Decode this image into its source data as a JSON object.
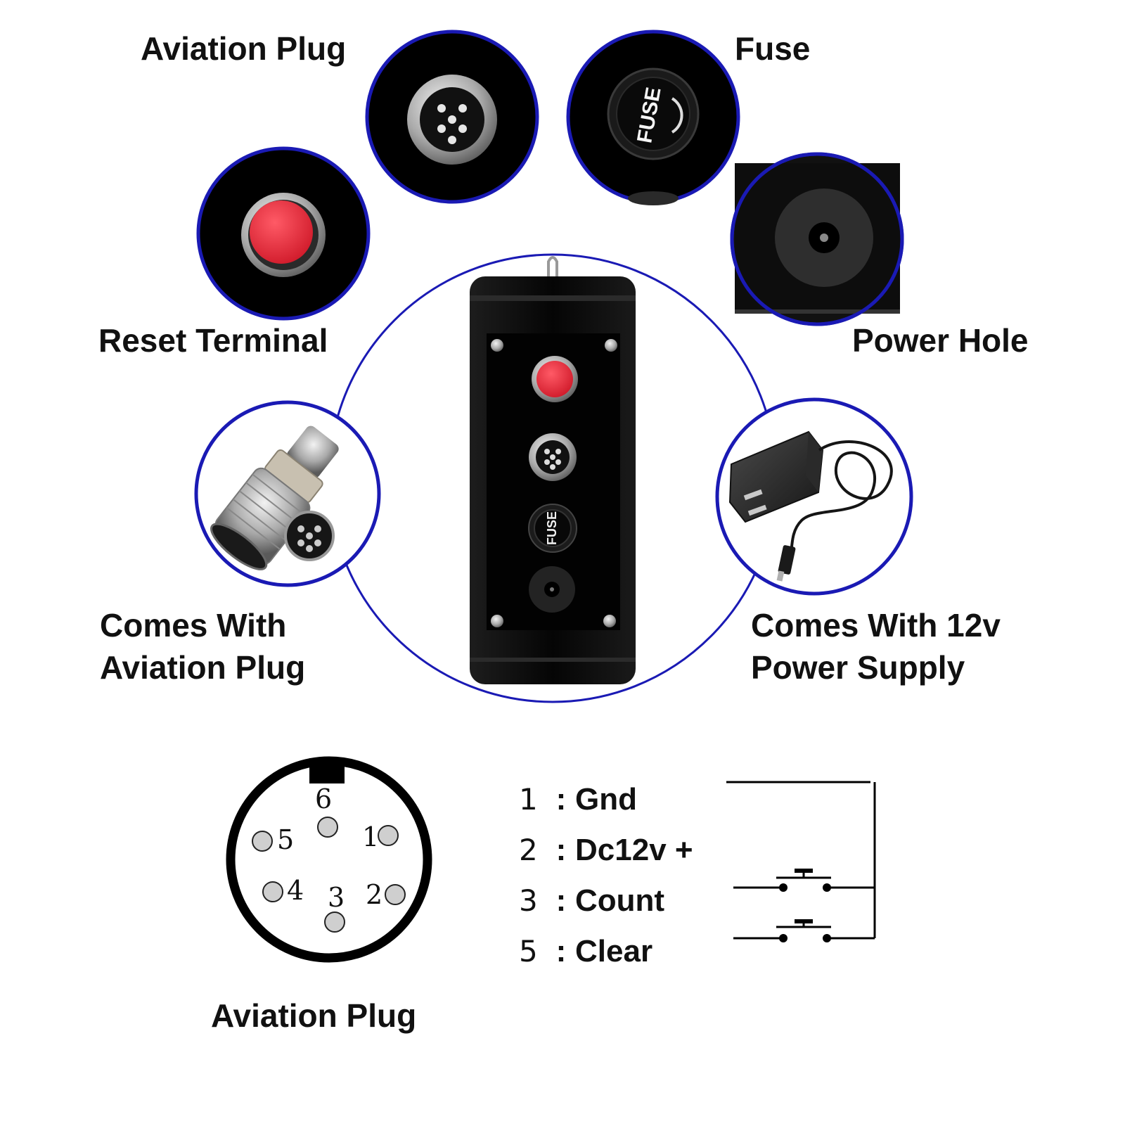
{
  "callouts": {
    "aviation_plug": "Aviation Plug",
    "fuse": "Fuse",
    "reset_terminal": "Reset Terminal",
    "power_hole": "Power Hole",
    "comes_with_plug": [
      "Comes With",
      "Aviation Plug"
    ],
    "comes_with_supply": [
      "Comes With 12v",
      "Power Supply"
    ]
  },
  "fuse_cap_text": "FUSE",
  "plug_diagram": {
    "caption": "Aviation Plug",
    "pin_numbers": [
      "6",
      "5",
      "1",
      "4",
      "3",
      "2"
    ]
  },
  "pinout": [
    {
      "num": "1",
      "sep": ":",
      "label": "Gnd"
    },
    {
      "num": "2",
      "sep": ":",
      "label": "Dc12v +"
    },
    {
      "num": "3",
      "sep": ":",
      "label": "Count"
    },
    {
      "num": "5",
      "sep": ":",
      "label": "Clear"
    }
  ],
  "colors": {
    "circle_border": "#1a1ab4",
    "reset_red": "#e8283a",
    "device_body": "#0d0d0d"
  }
}
